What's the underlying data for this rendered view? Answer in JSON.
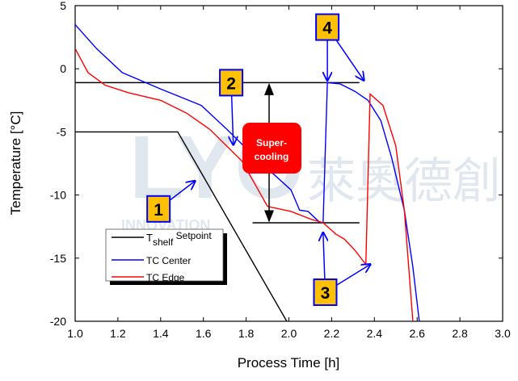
{
  "chart_data": {
    "type": "line",
    "title": "",
    "xlabel": "Process Time [h]",
    "ylabel": "Temperature [°C]",
    "xlim": [
      1.0,
      3.0
    ],
    "ylim": [
      -20,
      5
    ],
    "xticks": [
      1.0,
      1.2,
      1.4,
      1.6,
      1.8,
      2.0,
      2.2,
      2.4,
      2.6,
      2.8,
      3.0
    ],
    "yticks": [
      5,
      0,
      -5,
      -10,
      -15,
      -20
    ],
    "grid": false,
    "legend_position": "bottom-left",
    "series": [
      {
        "name": "T_shelf Setpoint",
        "legend_main": "T",
        "legend_sub": "shelf",
        "legend_tail": " Setpoint",
        "color": "#000000",
        "x": [
          1.0,
          1.48,
          1.99
        ],
        "y": [
          -5,
          -5,
          -20
        ]
      },
      {
        "name": "TC Center",
        "color": "#0000ff",
        "x": [
          1.0,
          1.1,
          1.22,
          1.4,
          1.59,
          1.71,
          1.86,
          2.01,
          2.05,
          2.09,
          2.14,
          2.16,
          2.18,
          2.24,
          2.31,
          2.37,
          2.43,
          2.48,
          2.54,
          2.58,
          2.61
        ],
        "y": [
          3.5,
          1.6,
          -0.3,
          -1.6,
          -2.9,
          -4.8,
          -7.3,
          -9.6,
          -11.2,
          -11.3,
          -12.1,
          -12.2,
          -1.1,
          -1.2,
          -1.8,
          -2.5,
          -4.1,
          -7.0,
          -11.2,
          -15.7,
          -20
        ]
      },
      {
        "name": "TC Edge",
        "color": "#ff0000",
        "x": [
          1.0,
          1.06,
          1.14,
          1.25,
          1.4,
          1.52,
          1.63,
          1.78,
          1.9,
          2.01,
          2.1,
          2.16,
          2.22,
          2.26,
          2.31,
          2.36,
          2.38,
          2.44,
          2.5,
          2.54,
          2.58
        ],
        "y": [
          1.6,
          -0.3,
          -1.3,
          -1.9,
          -2.5,
          -3.5,
          -4.8,
          -7.3,
          -10.9,
          -11.3,
          -11.9,
          -12.2,
          -13.1,
          -13.5,
          -14.4,
          -15.5,
          -2.0,
          -2.9,
          -6.1,
          -11.2,
          -20
        ]
      }
    ],
    "reference_lines": [
      {
        "y": -1.1,
        "x_from": 1.0,
        "x_to": 2.33
      },
      {
        "y": -12.2,
        "x_from": 1.83,
        "x_to": 2.33
      }
    ],
    "annotations": {
      "supercooling_label": "Super-\ncooling",
      "supercooling_line1": "Super-",
      "supercooling_line2": "cooling",
      "supercooling_color": "#ff0000",
      "marker_color": "#ffc000",
      "markers": [
        {
          "label": "1",
          "x": 1.39,
          "y": -11.1,
          "arrow_to": [
            1.56,
            -8.9
          ]
        },
        {
          "label": "2",
          "x": 1.73,
          "y": -1.1,
          "arrow_to": [
            1.74,
            -6.0
          ]
        },
        {
          "label": "3",
          "x": 2.17,
          "y": -17.7,
          "arrow_to": [
            2.16,
            -13.0
          ],
          "arrow_to2": [
            2.38,
            -15.5
          ]
        },
        {
          "label": "4",
          "x": 2.18,
          "y": 3.3,
          "arrow_to": [
            2.18,
            -0.9
          ],
          "arrow_to2": [
            2.35,
            -0.9
          ]
        }
      ]
    },
    "watermark": {
      "logo": "LYO",
      "chinese": "萊奧德創",
      "sub": "INNOVATION"
    }
  }
}
